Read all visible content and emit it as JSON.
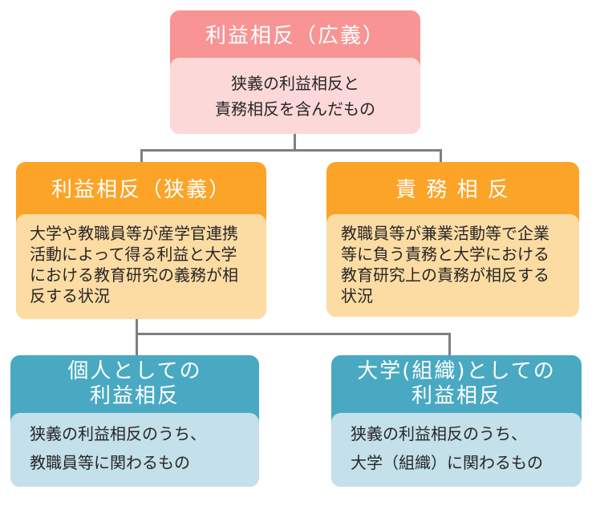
{
  "colors": {
    "page_bg": "#FFFFFF",
    "broad_header_bg": "#F89494",
    "broad_body_bg": "#FDD8D8",
    "mid_header_bg": "#FBA427",
    "mid_body_bg": "#FDDCA4",
    "bottom_header_bg": "#4AA9C2",
    "bottom_body_bg": "#C4E0EA",
    "header_text": "#FFFFFF",
    "body_text": "#262626",
    "connector": "#7F7F7F"
  },
  "nodes": {
    "broad": {
      "title": "利益相反（広義）",
      "body_lines": [
        "狭義の利益相反と",
        "責務相反を含んだもの"
      ]
    },
    "narrow": {
      "title": "利益相反（狭義）",
      "body_lines": [
        "大学や教職員等が産学官連携",
        "活動によって得る利益と大学",
        "における教育研究の義務が相",
        "反する状況"
      ]
    },
    "duty": {
      "title": "責 務 相 反",
      "body_lines": [
        "教職員等が兼業活動等で企業",
        "等に負う責務と大学における",
        "教育研究上の責務が相反する",
        "状況"
      ]
    },
    "personal": {
      "title_lines": [
        "個人としての",
        "利益相反"
      ],
      "body_lines": [
        "狭義の利益相反のうち、",
        "教職員等に関わるもの"
      ]
    },
    "organization": {
      "title_lines": [
        "大学(組織)としての",
        "利益相反"
      ],
      "body_lines": [
        "狭義の利益相反のうち、",
        "大学（組織）に関わるもの"
      ]
    }
  }
}
